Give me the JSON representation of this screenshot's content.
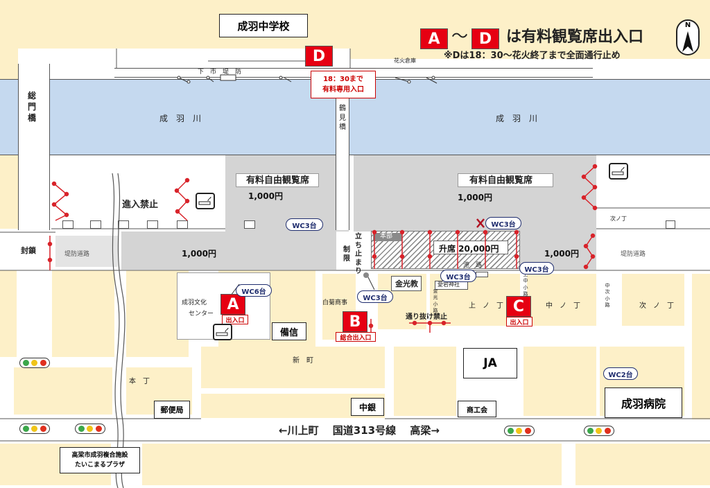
{
  "title": {
    "gate_a": "A",
    "tilde": "〜",
    "gate_d": "D",
    "text": "は有料観覧席出入口",
    "note": "※Dは18：30〜花火終了まで全面通行止め"
  },
  "compass": {
    "label": "N"
  },
  "school": "成羽中学校",
  "river": {
    "label_left": "成　羽　川",
    "label_right": "成　羽　川"
  },
  "bridges": {
    "somon": "総門橋",
    "tsurumi": "鶴見橋"
  },
  "levees": {
    "shimo": "下　市　堤　防",
    "hanabi": "花火倉庫"
  },
  "gate_d": {
    "letter": "D",
    "note_line1": "18：30まで",
    "note_line2": "有料専用入口"
  },
  "seating": {
    "left_title": "有料自由観覧席",
    "left_price": "1,000円",
    "right_title": "有料自由観覧席",
    "right_price": "1,000円",
    "strip_left_price": "1,000円",
    "strip_right_price": "1,000円",
    "masu_label": "升席 20,000円",
    "honbu": "本部"
  },
  "labels": {
    "no_entry": "進入禁止",
    "fusa": "封鎖",
    "teibo_left": "堤防道路",
    "teibo_right": "堤防道路",
    "standing": "立ち止まり",
    "seigen": "制限",
    "tsugino": "次ノ丁",
    "naka_koji": "中次小路",
    "kami_koji": "上中小路",
    "konko_koji": "金光小路",
    "kaminocho": "上　ノ　丁",
    "nakanocho": "中　ノ　丁",
    "tsuginocho": "次　ノ　丁",
    "shinmachi": "新　町",
    "honcho": "本　丁",
    "no_through": "通り抜け禁止",
    "shiragiku": "白菊商事",
    "culture": "成羽文化センター",
    "culture_a": "成羽文化",
    "culture_b": "センター",
    "aitaku": "愛宕神社",
    "konkokyo": "金光教",
    "minato": "港　路"
  },
  "gates": {
    "a": {
      "letter": "A",
      "tag": "出入口"
    },
    "b": {
      "letter": "B",
      "tag": "総合出入口"
    },
    "c": {
      "letter": "C",
      "tag": "出入口"
    }
  },
  "buildings": {
    "bishin": "備信",
    "ja": "JA",
    "chugin": "中銀",
    "post": "郵便局",
    "shokokai": "商工会",
    "hospital": "成羽病院",
    "complex_line1": "高梁市成羽複合施設",
    "complex_line2": "たいこまるプラザ"
  },
  "wc": {
    "wc1": "WC3台",
    "wc2": "WC3台",
    "wc3": "WC3台",
    "wc4": "WC3台",
    "wc5": "WC6台",
    "wc6": "WC3台",
    "wc7": "WC2台"
  },
  "road": {
    "route": "←川上町　 国道313号線 　高梁→"
  },
  "colors": {
    "river": "#c5d9ef",
    "block": "#fdf0c8",
    "paid": "#d4d4d4",
    "gate_red": "#e60012",
    "wc_navy": "#1f2d6e",
    "barrier": "#d8232a"
  }
}
